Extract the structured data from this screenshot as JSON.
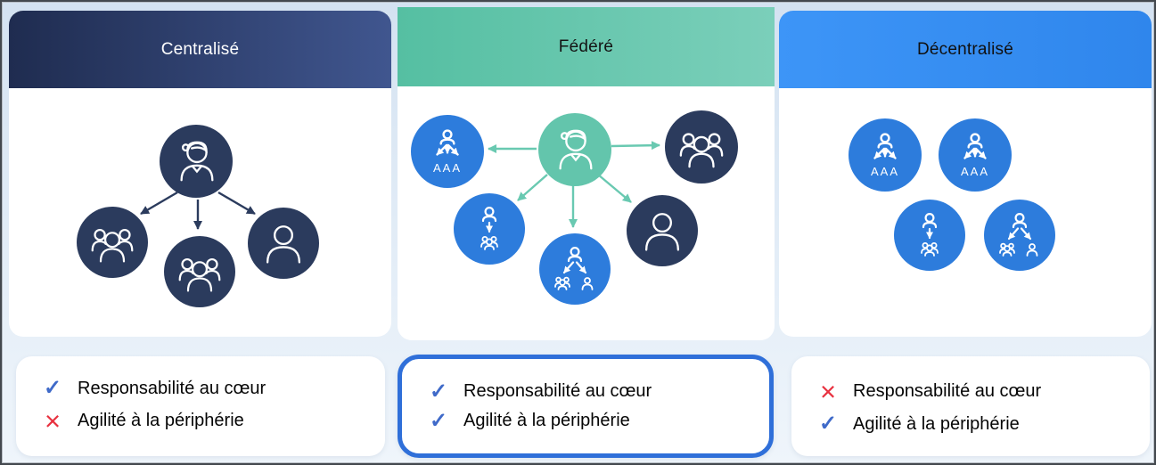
{
  "columns": [
    {
      "title": "Centralisé",
      "header_colors": [
        "#1f2c50",
        "#40568f"
      ],
      "header_text_color": "#ffffff",
      "nodes": [
        "leader",
        "team",
        "team",
        "individual"
      ],
      "highlighted": false,
      "traits": [
        {
          "icon": "check",
          "mark": "✓",
          "label": "Responsabilité au cœur"
        },
        {
          "icon": "cross",
          "mark": "×",
          "label": "Agilité à la périphérie"
        }
      ]
    },
    {
      "title": "Fédéré",
      "header_colors": [
        "#55bfa2",
        "#7bcfba"
      ],
      "header_text_color": "#141414",
      "nodes": [
        "delegated-admin",
        "leader",
        "team",
        "person-to-team",
        "person-branch",
        "individual"
      ],
      "highlighted": true,
      "traits": [
        {
          "icon": "check",
          "mark": "✓",
          "label": "Responsabilité au cœur"
        },
        {
          "icon": "check",
          "mark": "✓",
          "label": "Agilité à la périphérie"
        }
      ]
    },
    {
      "title": "Décentralisé",
      "header_colors": [
        "#3d95f7",
        "#2f86ec"
      ],
      "header_text_color": "#101010",
      "nodes": [
        "delegated-admin",
        "delegated-admin",
        "person-to-team",
        "person-branch"
      ],
      "highlighted": false,
      "traits": [
        {
          "icon": "cross",
          "mark": "×",
          "label": "Responsabilité au cœur"
        },
        {
          "icon": "check",
          "mark": "✓",
          "label": "Agilité à la périphérie"
        }
      ]
    }
  ],
  "icon_labels": {
    "delegated_admin_text": "AAA"
  },
  "colors": {
    "navy_circle": "#2b3b5d",
    "blue_circle": "#2d7cdc",
    "teal_circle": "#63c5ac",
    "navy_arrow": "#2b3b5d",
    "teal_arrow": "#69c9b1",
    "check": "#3f6ac9",
    "cross": "#e8313f",
    "highlight_border": "#2f6fd9",
    "background": "#d5e3f2"
  }
}
